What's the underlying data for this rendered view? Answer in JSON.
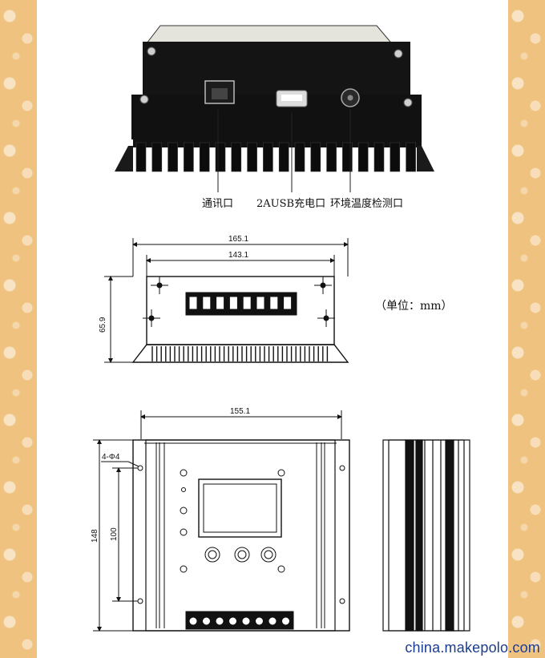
{
  "ports": {
    "comm": "通讯口",
    "usb": "2AUSB充电口",
    "temp": "环境温度检测口"
  },
  "dimensions": {
    "outer_width": "165.1",
    "inner_width": "143.1",
    "height_side": "65.9",
    "front_width": "155.1",
    "hole_label": "4-Φ4",
    "front_height": "148",
    "hole_spacing": "100"
  },
  "unit_label": "（单位：mm）",
  "watermark": "china.makepolo.com",
  "colors": {
    "device_body": "#111111",
    "background_pattern": "#f0c27f"
  }
}
